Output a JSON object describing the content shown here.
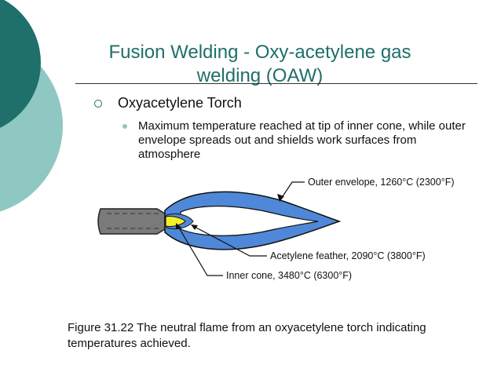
{
  "slide": {
    "title": "Fusion Welding - Oxy-acetylene gas welding (OAW)",
    "bullet1": "Oxyacetylene Torch",
    "bullet2": "Maximum temperature reached at tip of inner cone, while outer envelope spreads out and shields work surfaces from atmosphere",
    "caption": "Figure 31.22  The neutral flame from an oxyacetylene torch indicating temperatures achieved."
  },
  "figure": {
    "label_outer": "Outer envelope, 1260°C (2300°F)",
    "label_feather": "Acetylene feather, 2090°C (3800°F)",
    "label_inner": "Inner cone, 3480°C (6300°F)"
  },
  "colors": {
    "accent": "#1f6f6a",
    "decor_light": "#8fc7c3",
    "flame": "#4f88d8",
    "inner_cone": "#f4ef2a"
  }
}
